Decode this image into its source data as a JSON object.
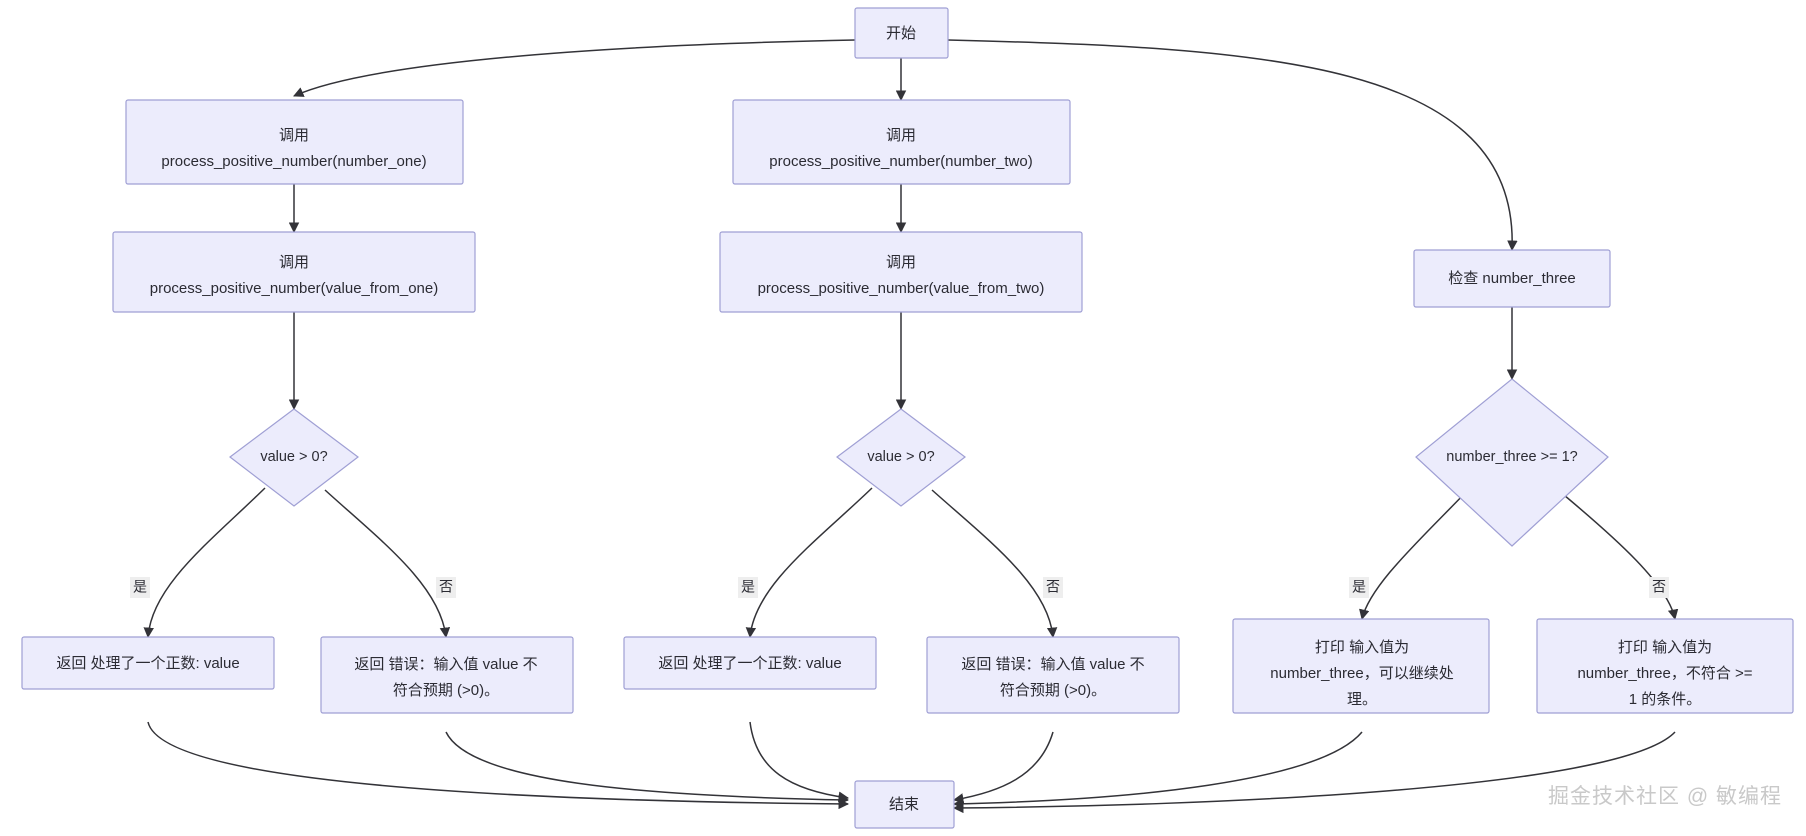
{
  "diagram": {
    "type": "flowchart",
    "direction": "top-down",
    "title": "",
    "theme": {
      "node_fill": "#ececfc",
      "node_stroke": "#9f9fd4",
      "edge_stroke": "#333338",
      "text_color": "#2b2b33",
      "label_bg": "#eeeeee",
      "background": "#ffffff"
    },
    "nodes": [
      {
        "id": "start",
        "shape": "rect",
        "lines": [
          "开始"
        ]
      },
      {
        "id": "call_one",
        "shape": "rect",
        "lines": [
          "调用",
          "process_positive_number(number_one)"
        ]
      },
      {
        "id": "call_value_one",
        "shape": "rect",
        "lines": [
          "调用",
          "process_positive_number(value_from_one)"
        ]
      },
      {
        "id": "check_one",
        "shape": "diamond",
        "lines": [
          "value > 0?"
        ]
      },
      {
        "id": "ok_one",
        "shape": "rect",
        "lines": [
          "返回 处理了一个正数: value"
        ]
      },
      {
        "id": "err_one",
        "shape": "rect",
        "lines": [
          "返回 错误：输入值 value 不",
          "符合预期 (>0)。"
        ]
      },
      {
        "id": "call_two",
        "shape": "rect",
        "lines": [
          "调用",
          "process_positive_number(number_two)"
        ]
      },
      {
        "id": "call_value_two",
        "shape": "rect",
        "lines": [
          "调用",
          "process_positive_number(value_from_two)"
        ]
      },
      {
        "id": "check_two",
        "shape": "diamond",
        "lines": [
          "value > 0?"
        ]
      },
      {
        "id": "ok_two",
        "shape": "rect",
        "lines": [
          "返回 处理了一个正数: value"
        ]
      },
      {
        "id": "err_two",
        "shape": "rect",
        "lines": [
          "返回 错误：输入值 value 不",
          "符合预期 (>0)。"
        ]
      },
      {
        "id": "check_three_box",
        "shape": "rect",
        "lines": [
          "检查 number_three"
        ]
      },
      {
        "id": "check_three",
        "shape": "diamond",
        "lines": [
          "number_three >= 1?"
        ]
      },
      {
        "id": "print_ok_three",
        "shape": "rect",
        "lines": [
          "打印 输入值为",
          "number_three，可以继续处",
          "理。"
        ]
      },
      {
        "id": "print_err_three",
        "shape": "rect",
        "lines": [
          "打印 输入值为",
          "number_three，不符合 >=",
          "1 的条件。"
        ]
      },
      {
        "id": "end",
        "shape": "rect",
        "lines": [
          "结束"
        ]
      }
    ],
    "edge_labels": {
      "yes": "是",
      "no": "否"
    },
    "edges": [
      {
        "from": "start",
        "to": "call_one",
        "label": ""
      },
      {
        "from": "start",
        "to": "call_two",
        "label": ""
      },
      {
        "from": "start",
        "to": "check_three_box",
        "label": ""
      },
      {
        "from": "call_one",
        "to": "call_value_one",
        "label": ""
      },
      {
        "from": "call_value_one",
        "to": "check_one",
        "label": ""
      },
      {
        "from": "check_one",
        "to": "ok_one",
        "label": "是"
      },
      {
        "from": "check_one",
        "to": "err_one",
        "label": "否"
      },
      {
        "from": "call_two",
        "to": "call_value_two",
        "label": ""
      },
      {
        "from": "call_value_two",
        "to": "check_two",
        "label": ""
      },
      {
        "from": "check_two",
        "to": "ok_two",
        "label": "是"
      },
      {
        "from": "check_two",
        "to": "err_two",
        "label": "否"
      },
      {
        "from": "check_three_box",
        "to": "check_three",
        "label": ""
      },
      {
        "from": "check_three",
        "to": "print_ok_three",
        "label": "是"
      },
      {
        "from": "check_three",
        "to": "print_err_three",
        "label": "否"
      },
      {
        "from": "ok_one",
        "to": "end",
        "label": ""
      },
      {
        "from": "err_one",
        "to": "end",
        "label": ""
      },
      {
        "from": "ok_two",
        "to": "end",
        "label": ""
      },
      {
        "from": "err_two",
        "to": "end",
        "label": ""
      },
      {
        "from": "print_ok_three",
        "to": "end",
        "label": ""
      },
      {
        "from": "print_err_three",
        "to": "end",
        "label": ""
      }
    ]
  },
  "watermark": {
    "text": "掘金技术社区 @ 敏编程"
  }
}
